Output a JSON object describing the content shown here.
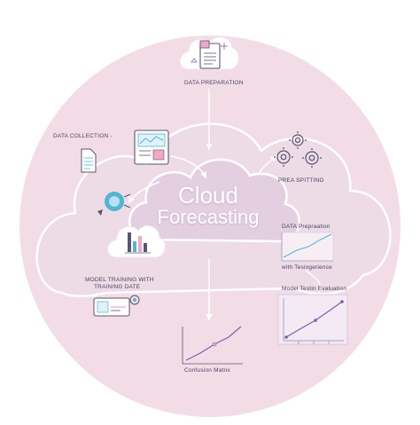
{
  "diagram": {
    "title_line1": "Cloud",
    "title_line2": "Forecasting",
    "labels": {
      "data_preparation_top": "DATA PREPARATION",
      "data_collection": "DATA COLLECTION -",
      "prea_spitting": "PREA SPITTING",
      "data_prepraation": "DATA Prepraation",
      "with_tesingerience": "with Tesingerience",
      "model_training_l1": "MODEL TRAINING WITH",
      "model_training_l2": "TRAINING DATE",
      "model_testin_evaluation": "Model Testin Evaluation",
      "confusion_matrix": "Confusion Matrix"
    }
  },
  "colors": {
    "background_circle": "#f2dde6",
    "cloud_fill": "#ebdce6",
    "cloud_outline": "#ffffff",
    "accent_blue": "#4fb6d6",
    "accent_purple": "#7a5fa8",
    "accent_pink": "#f0a8c4",
    "text": "#4a4560"
  },
  "icons": [
    "document-icon",
    "file-icon",
    "chart-window-icon",
    "gear-icon",
    "brain-icon",
    "bar-chart-icon",
    "line-chart-icon",
    "model-device-icon"
  ]
}
